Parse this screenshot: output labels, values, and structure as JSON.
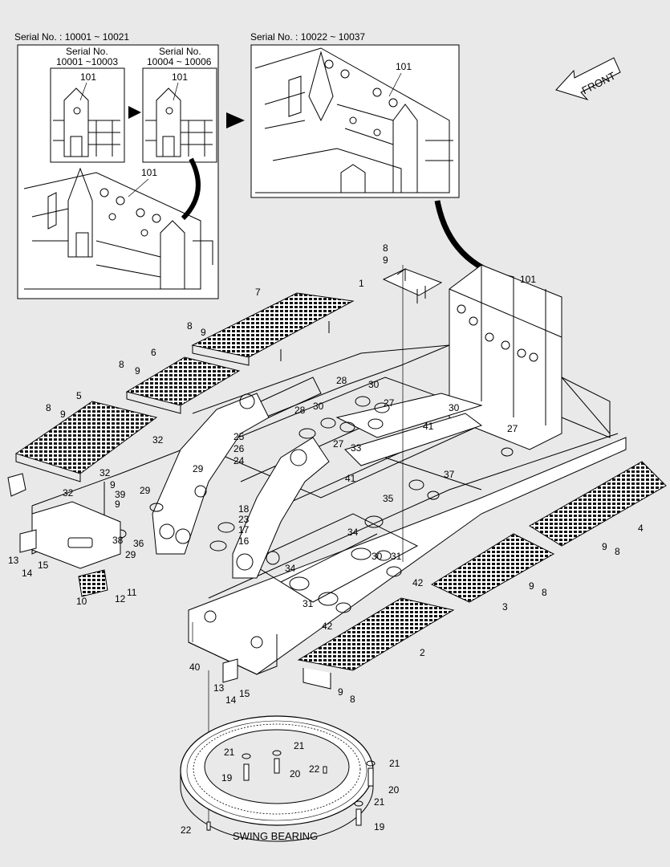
{
  "inset_left": {
    "serial_header": "Serial No. : 10001 ~ 10021",
    "sub_a": {
      "line1": "Serial No.",
      "line2": "10001 ~10003",
      "part": "101"
    },
    "sub_b": {
      "line1": "Serial No.",
      "line2": "10004 ~ 10006",
      "part": "101"
    },
    "main_part": "101"
  },
  "inset_right": {
    "serial_header": "Serial No. : 10022 ~ 10037",
    "part": "101"
  },
  "front_label": "FRONT",
  "swing_bearing_label": "SWING BEARING",
  "callouts": [
    {
      "id": "c8a",
      "text": "8"
    },
    {
      "id": "c9a",
      "text": "9"
    },
    {
      "id": "c1",
      "text": "1"
    },
    {
      "id": "c101",
      "text": "101"
    },
    {
      "id": "c7",
      "text": "7"
    },
    {
      "id": "c8b",
      "text": "8"
    },
    {
      "id": "c9b",
      "text": "9"
    },
    {
      "id": "c6",
      "text": "6"
    },
    {
      "id": "c8c",
      "text": "8"
    },
    {
      "id": "c9c",
      "text": "9"
    },
    {
      "id": "c5",
      "text": "5"
    },
    {
      "id": "c8d",
      "text": "8"
    },
    {
      "id": "c9d",
      "text": "9"
    },
    {
      "id": "c28a",
      "text": "28"
    },
    {
      "id": "c30a",
      "text": "30"
    },
    {
      "id": "c30b",
      "text": "30"
    },
    {
      "id": "c27a",
      "text": "27"
    },
    {
      "id": "c28b",
      "text": "28"
    },
    {
      "id": "c30c",
      "text": "30"
    },
    {
      "id": "c41a",
      "text": "41"
    },
    {
      "id": "c27b",
      "text": "27"
    },
    {
      "id": "c25",
      "text": "25"
    },
    {
      "id": "c26",
      "text": "26"
    },
    {
      "id": "c24",
      "text": "24"
    },
    {
      "id": "c27c",
      "text": "27"
    },
    {
      "id": "c33",
      "text": "33"
    },
    {
      "id": "c32a",
      "text": "32"
    },
    {
      "id": "c29a",
      "text": "29"
    },
    {
      "id": "c41b",
      "text": "41"
    },
    {
      "id": "c37",
      "text": "37"
    },
    {
      "id": "c32b",
      "text": "32"
    },
    {
      "id": "c9e",
      "text": "9"
    },
    {
      "id": "c39",
      "text": "39"
    },
    {
      "id": "c32c",
      "text": "32"
    },
    {
      "id": "c9f",
      "text": "9"
    },
    {
      "id": "c29b",
      "text": "29"
    },
    {
      "id": "c18",
      "text": "18"
    },
    {
      "id": "c23",
      "text": "23"
    },
    {
      "id": "c17",
      "text": "17"
    },
    {
      "id": "c16",
      "text": "16"
    },
    {
      "id": "c35",
      "text": "35"
    },
    {
      "id": "c38",
      "text": "38"
    },
    {
      "id": "c36",
      "text": "36"
    },
    {
      "id": "c29c",
      "text": "29"
    },
    {
      "id": "c34a",
      "text": "34"
    },
    {
      "id": "c30d",
      "text": "30"
    },
    {
      "id": "c31a",
      "text": "31"
    },
    {
      "id": "c13a",
      "text": "13"
    },
    {
      "id": "c14a",
      "text": "14"
    },
    {
      "id": "c15a",
      "text": "15"
    },
    {
      "id": "c4",
      "text": "4"
    },
    {
      "id": "c9g",
      "text": "9"
    },
    {
      "id": "c8e",
      "text": "8"
    },
    {
      "id": "c34b",
      "text": "34"
    },
    {
      "id": "c42a",
      "text": "42"
    },
    {
      "id": "c10",
      "text": "10"
    },
    {
      "id": "c12",
      "text": "12"
    },
    {
      "id": "c11",
      "text": "11"
    },
    {
      "id": "c9h",
      "text": "9"
    },
    {
      "id": "c8f",
      "text": "8"
    },
    {
      "id": "c31b",
      "text": "31"
    },
    {
      "id": "c3",
      "text": "3"
    },
    {
      "id": "c42b",
      "text": "42"
    },
    {
      "id": "c40",
      "text": "40"
    },
    {
      "id": "c2",
      "text": "2"
    },
    {
      "id": "c13b",
      "text": "13"
    },
    {
      "id": "c15b",
      "text": "15"
    },
    {
      "id": "c14b",
      "text": "14"
    },
    {
      "id": "c9i",
      "text": "9"
    },
    {
      "id": "c8g",
      "text": "8"
    },
    {
      "id": "c21a",
      "text": "21"
    },
    {
      "id": "c21b",
      "text": "21"
    },
    {
      "id": "c22a",
      "text": "22"
    },
    {
      "id": "c21c",
      "text": "21"
    },
    {
      "id": "c19a",
      "text": "19"
    },
    {
      "id": "c20a",
      "text": "20"
    },
    {
      "id": "c20b",
      "text": "20"
    },
    {
      "id": "c21d",
      "text": "21"
    },
    {
      "id": "c22b",
      "text": "22"
    },
    {
      "id": "c19b",
      "text": "19"
    }
  ]
}
